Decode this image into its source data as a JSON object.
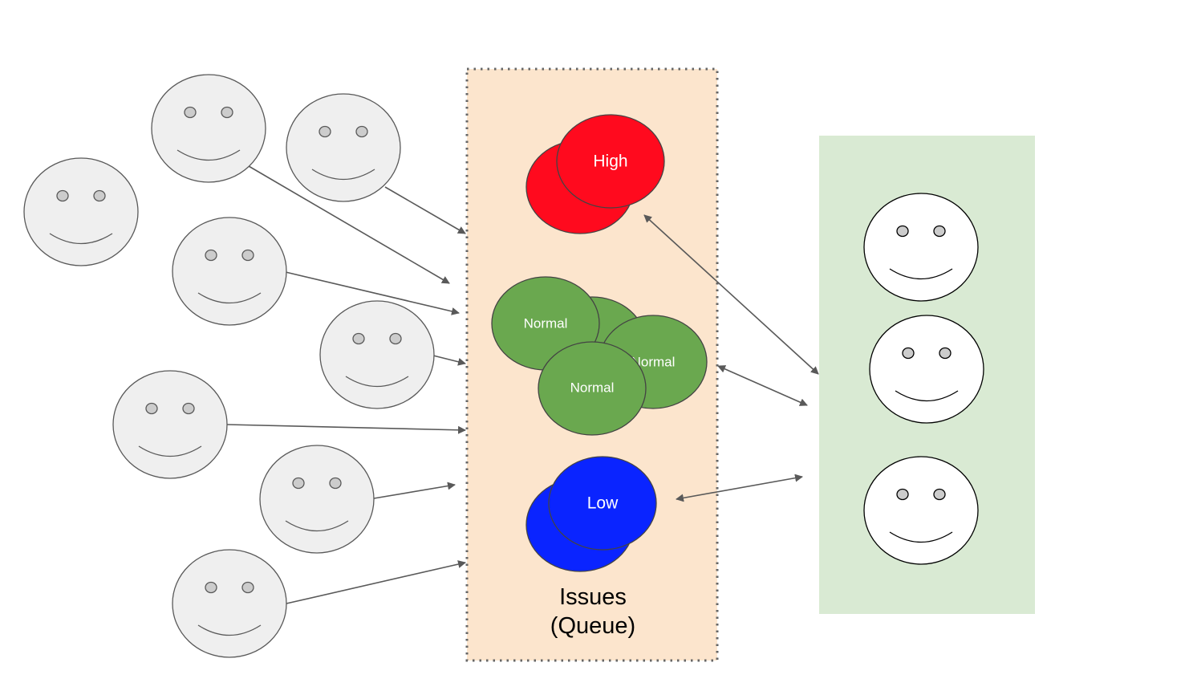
{
  "queue": {
    "caption_line1": "Issues",
    "caption_line2": "(Queue)",
    "fill_color": "#fce5cd",
    "border_color": "#666666"
  },
  "workers_panel": {
    "fill_color": "#d9ead3"
  },
  "issues": {
    "high": {
      "label": "High",
      "color": "#ff0a1e"
    },
    "normal": {
      "label": "Normal",
      "color": "#6aa84f"
    },
    "low": {
      "label": "Low",
      "color": "#0a24ff"
    }
  },
  "faces": {
    "customer_color": "#efefef",
    "worker_color": "#ffffff",
    "eye_color": "#cccccc",
    "stroke_color": "#595959"
  },
  "arrows": {
    "color": "#595959"
  }
}
